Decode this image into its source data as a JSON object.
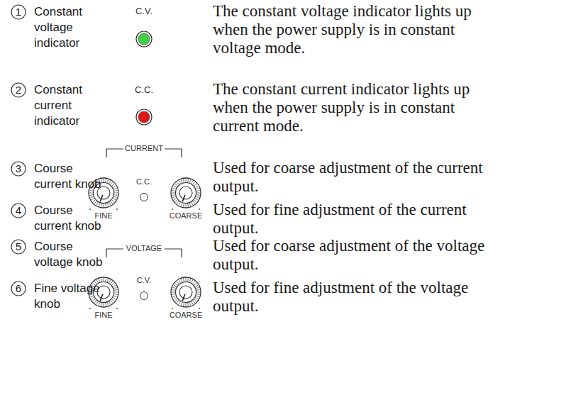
{
  "diagram": {
    "labels": [
      "1",
      "Constant voltage indicator",
      "C.V.",
      "The constant voltage indicator lights up when the power supply is in constant voltage mode.",
      "2",
      "Constant current indicator",
      "C.C.",
      "The constant current indicator lights up when the power supply is in constant current mode.",
      "3",
      "Course current knob",
      "CURRENT",
      "C.C.",
      "FINE",
      "COARSE",
      "Used for coarse adjustment of the current output.",
      "4",
      "Course current knob",
      "Used for fine adjustment of the current output.",
      "5",
      "Course voltage knob",
      "VOLTAGE",
      "C.V.",
      "FINE",
      "COARSE",
      "Used for coarse adjustment of the voltage output.",
      "6",
      "Fine voltage knob",
      "Used for fine adjustment of the voltage output."
    ]
  }
}
